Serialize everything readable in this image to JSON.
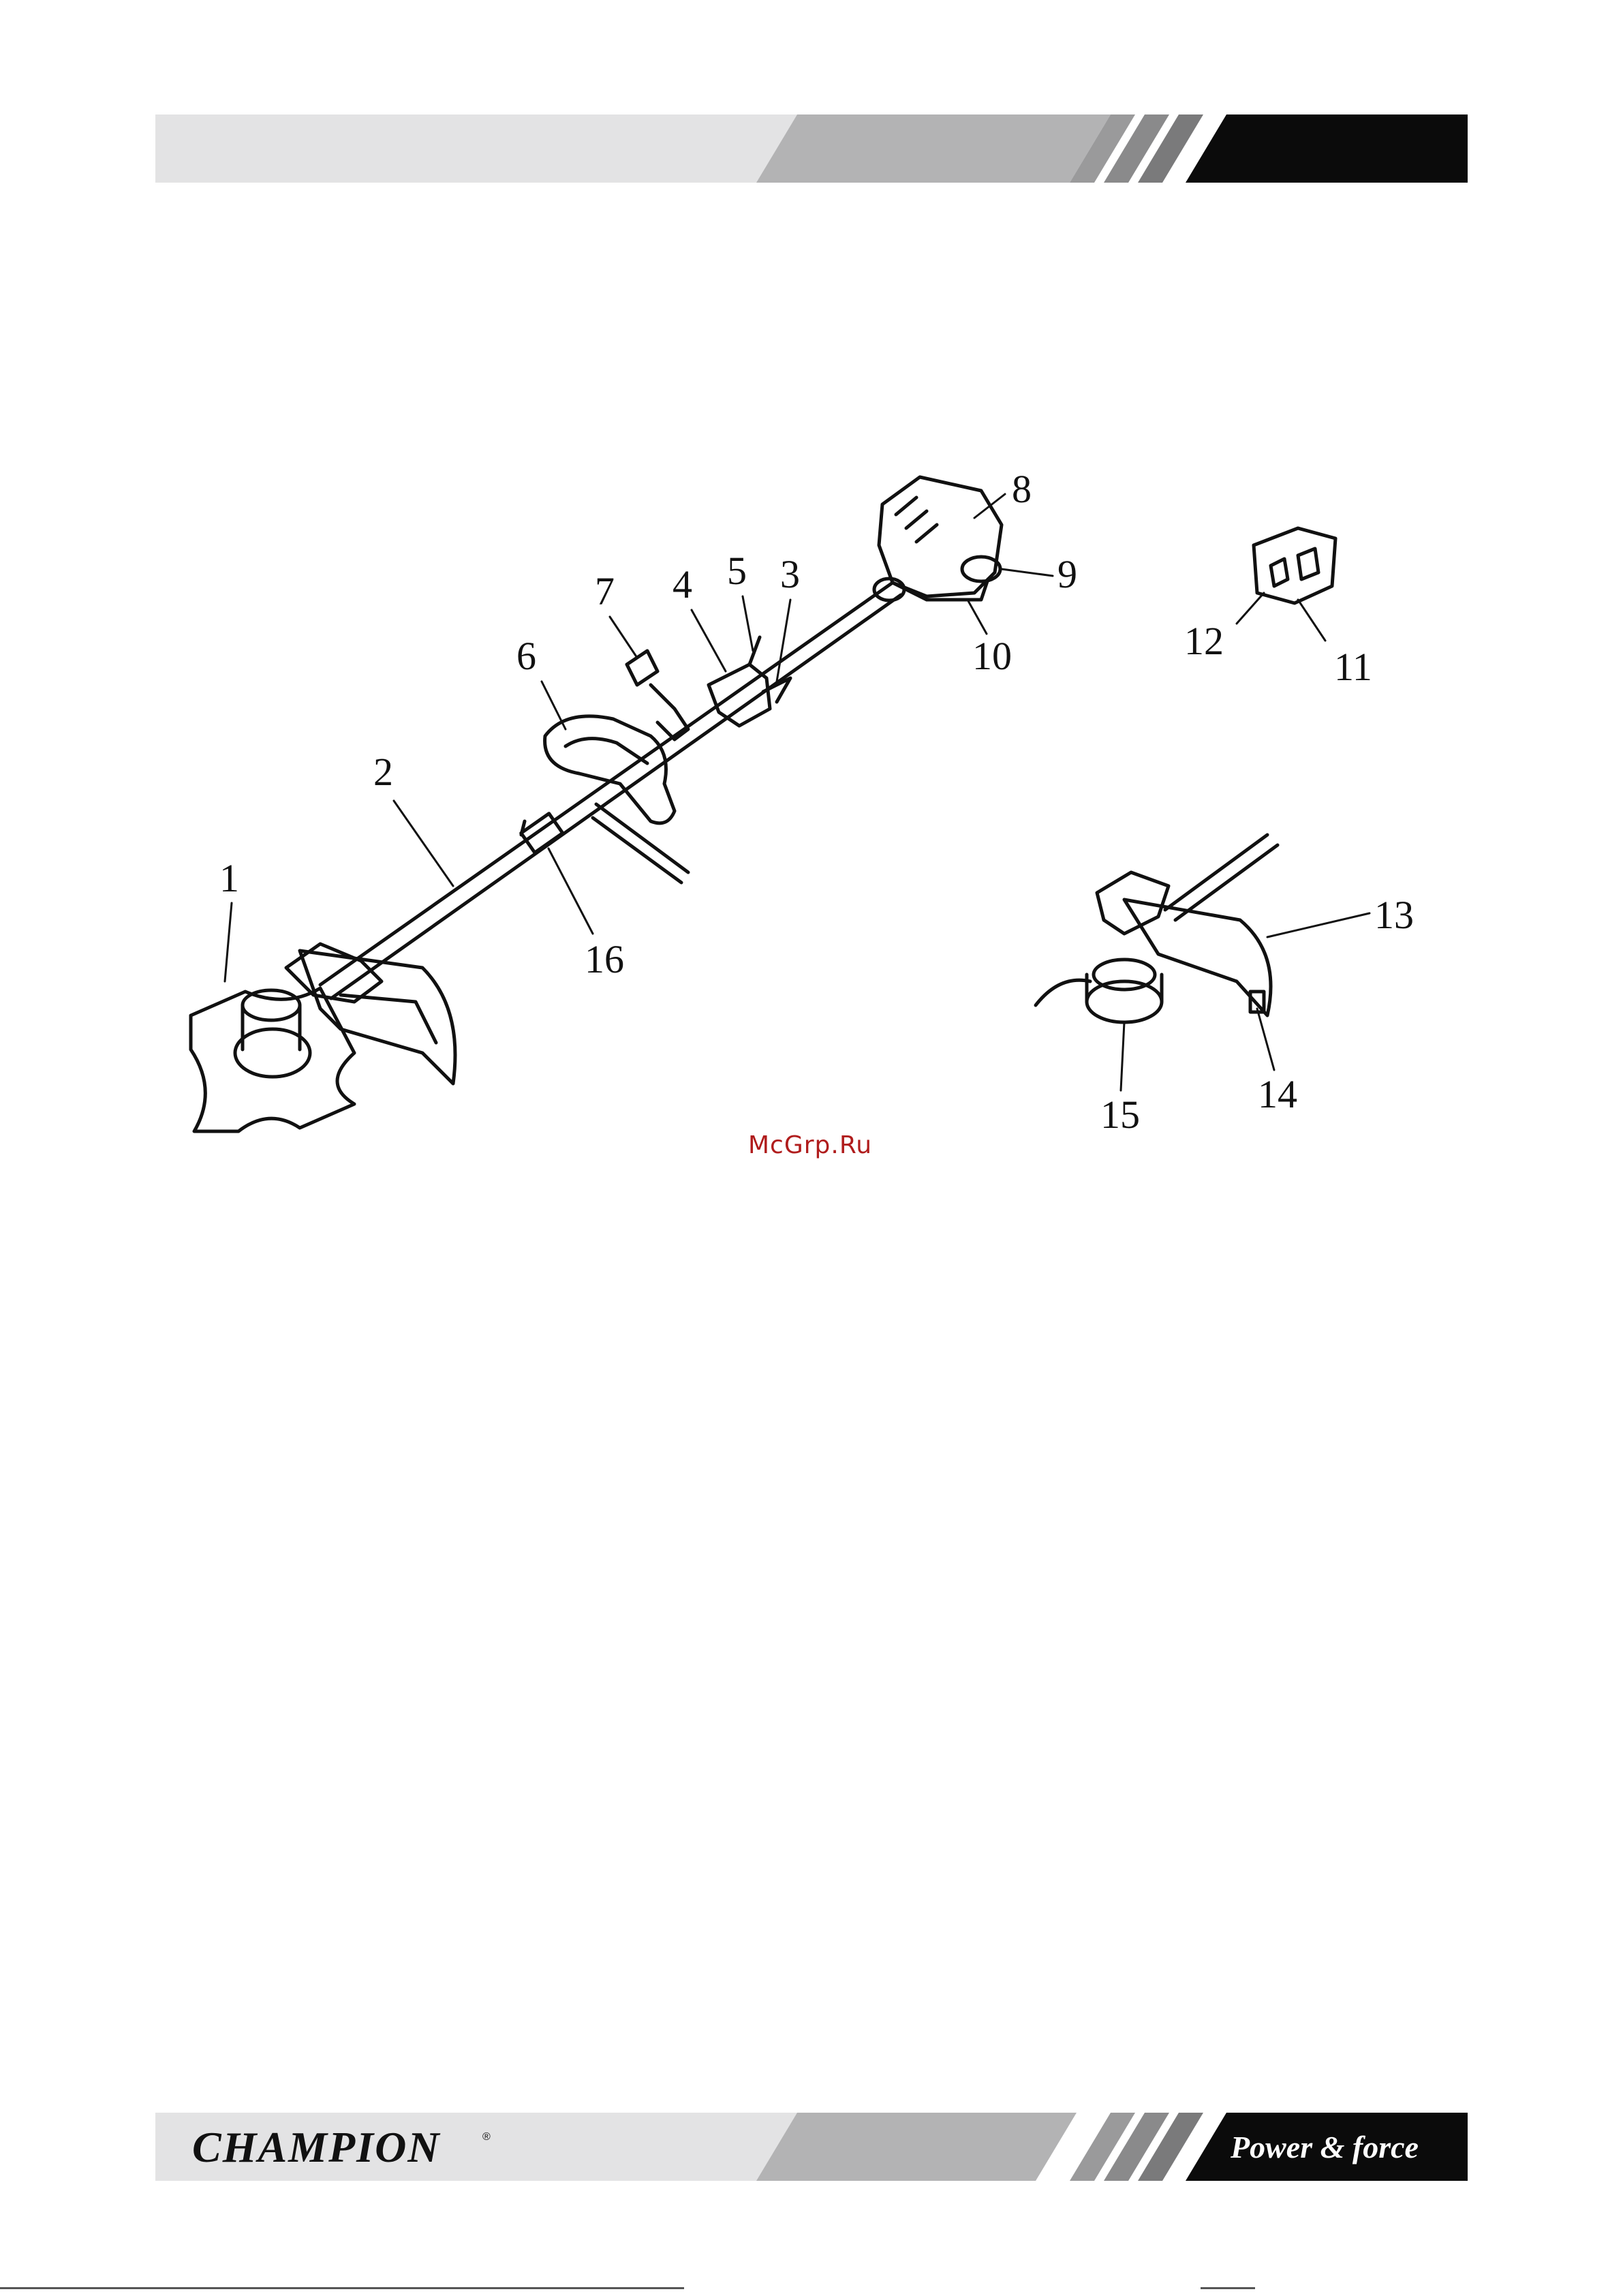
{
  "header": {
    "colors": {
      "light": "#e3e3e4",
      "mid": "#b3b3b4",
      "dark": "#0b0b0b"
    }
  },
  "footer": {
    "logo_text": "CHAMPION",
    "slogan": "Power & force"
  },
  "watermark": {
    "text": "McGrp.Ru"
  },
  "figure": {
    "callouts": [
      "1",
      "2",
      "3",
      "4",
      "5",
      "6",
      "7",
      "8",
      "9",
      "10",
      "11",
      "12",
      "13",
      "14",
      "15",
      "16"
    ]
  }
}
